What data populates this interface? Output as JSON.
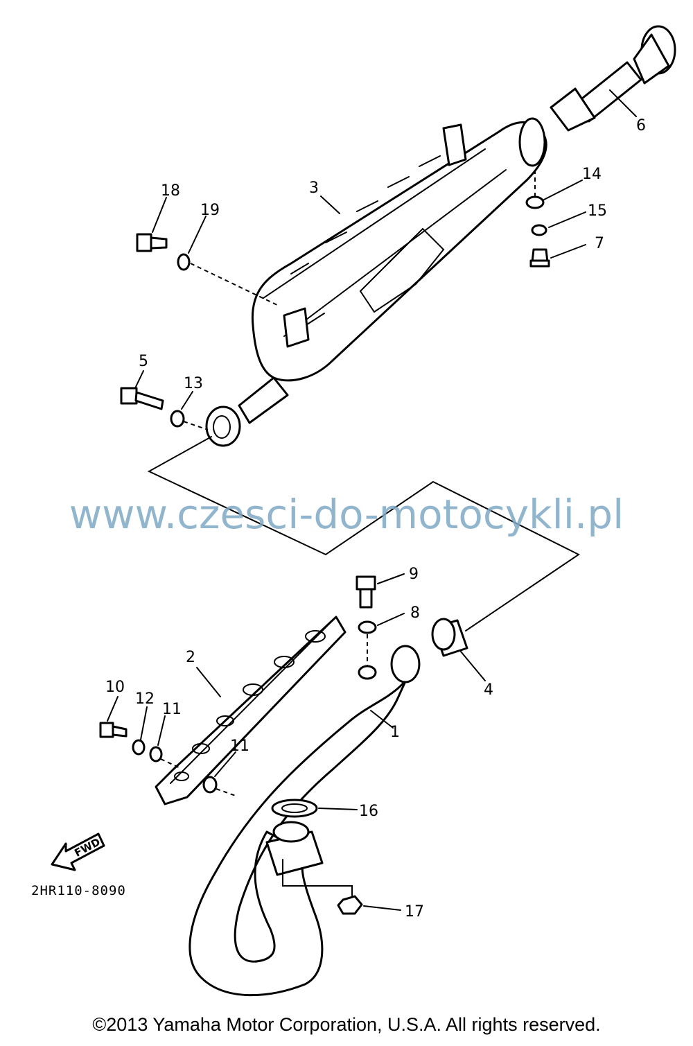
{
  "callouts": [
    "1",
    "2",
    "3",
    "4",
    "5",
    "6",
    "7",
    "8",
    "9",
    "10",
    "11",
    "11",
    "12",
    "13",
    "14",
    "15",
    "16",
    "17",
    "18",
    "19"
  ],
  "reference_code": "2HR110-8090",
  "fwd_label": "FWD",
  "watermark": "www.czesci-do-motocykli.pl",
  "copyright": "©2013 Yamaha Motor Corporation, U.S.A. All rights reserved."
}
